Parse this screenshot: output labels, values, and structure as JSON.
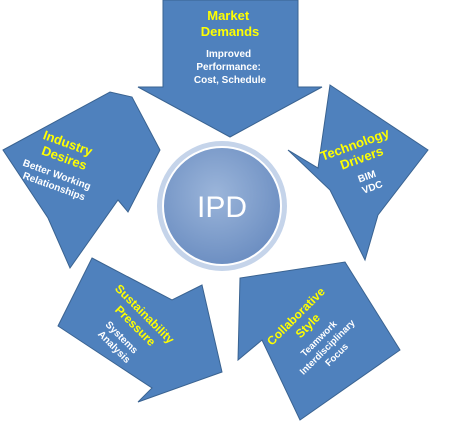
{
  "colors": {
    "arrow_fill": "#4f81bd",
    "arrow_stroke": "#3a6391",
    "title_text": "#ffff00",
    "body_text": "#ffffff",
    "hub_fill": "#7f9ecb",
    "hub_ring": "#b9cce4"
  },
  "hub": {
    "label": "IPD"
  },
  "drivers": [
    {
      "title": [
        "Market",
        "Demands"
      ],
      "body": [
        "Improved",
        "Performance:",
        "Cost, Schedule"
      ]
    },
    {
      "title": [
        "Technology",
        "Drivers"
      ],
      "body": [
        "BIM",
        "VDC"
      ]
    },
    {
      "title": [
        "Collaborative",
        "Style"
      ],
      "body": [
        "Teamwork",
        "Interdisciplinary",
        "Focus"
      ]
    },
    {
      "title": [
        "Sustainability",
        "Pressure"
      ],
      "body": [
        "Systems",
        "Analysis"
      ]
    },
    {
      "title": [
        "Industry",
        "Desires"
      ],
      "body": [
        "Better Working",
        "Relationships"
      ]
    }
  ]
}
